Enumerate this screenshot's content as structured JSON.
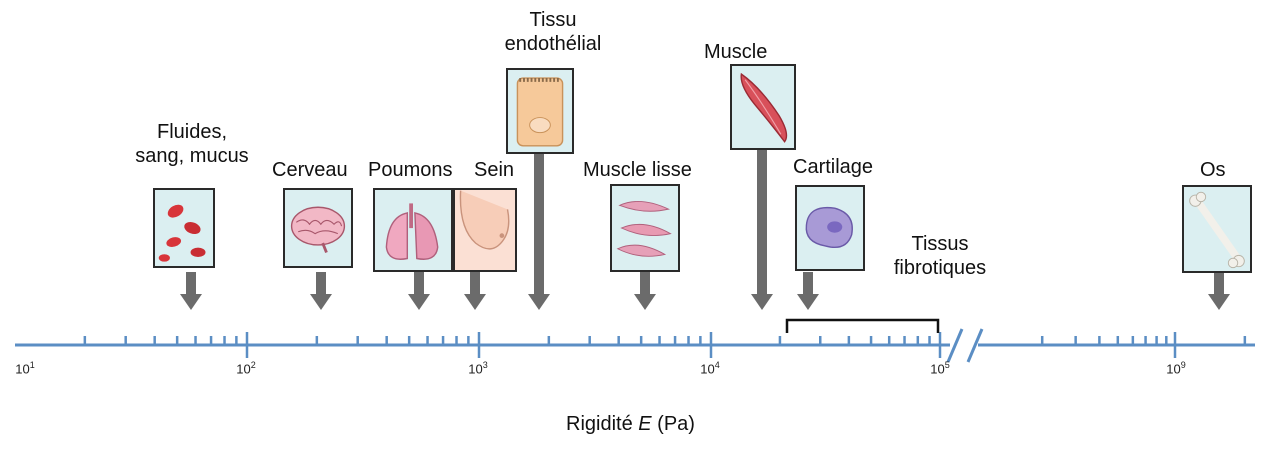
{
  "labels": {
    "fluides": [
      "Fluides,",
      "sang, mucus"
    ],
    "cerveau": "Cerveau",
    "poumons": "Poumons",
    "sein": "Sein",
    "endothelial": [
      "Tissu",
      "endothélial"
    ],
    "muscle": "Muscle",
    "muscle_lisse": "Muscle lisse",
    "cartilage": "Cartilage",
    "fibrotiques": [
      "Tissus",
      "fibrotiques"
    ],
    "os": "Os"
  },
  "axis": {
    "title_prefix": "Rigidité ",
    "title_var": "E",
    "title_unit": " (Pa)",
    "ticks": [
      {
        "base": "10",
        "exp": "1"
      },
      {
        "base": "10",
        "exp": "2"
      },
      {
        "base": "10",
        "exp": "3"
      },
      {
        "base": "10",
        "exp": "4"
      },
      {
        "base": "10",
        "exp": "5"
      },
      {
        "base": "10",
        "exp": "9"
      }
    ]
  },
  "colors": {
    "axis": "#5b8ec4",
    "arrow": "#6b6b6b",
    "box_bg": "#dbeff1",
    "box_border": "#2a2a2a"
  },
  "icons": [
    "blood-cells-icon",
    "brain-icon",
    "lungs-icon",
    "breast-icon",
    "endothelial-cell-icon",
    "muscle-icon",
    "smooth-muscle-icon",
    "cartilage-cell-icon",
    "bone-icon"
  ]
}
